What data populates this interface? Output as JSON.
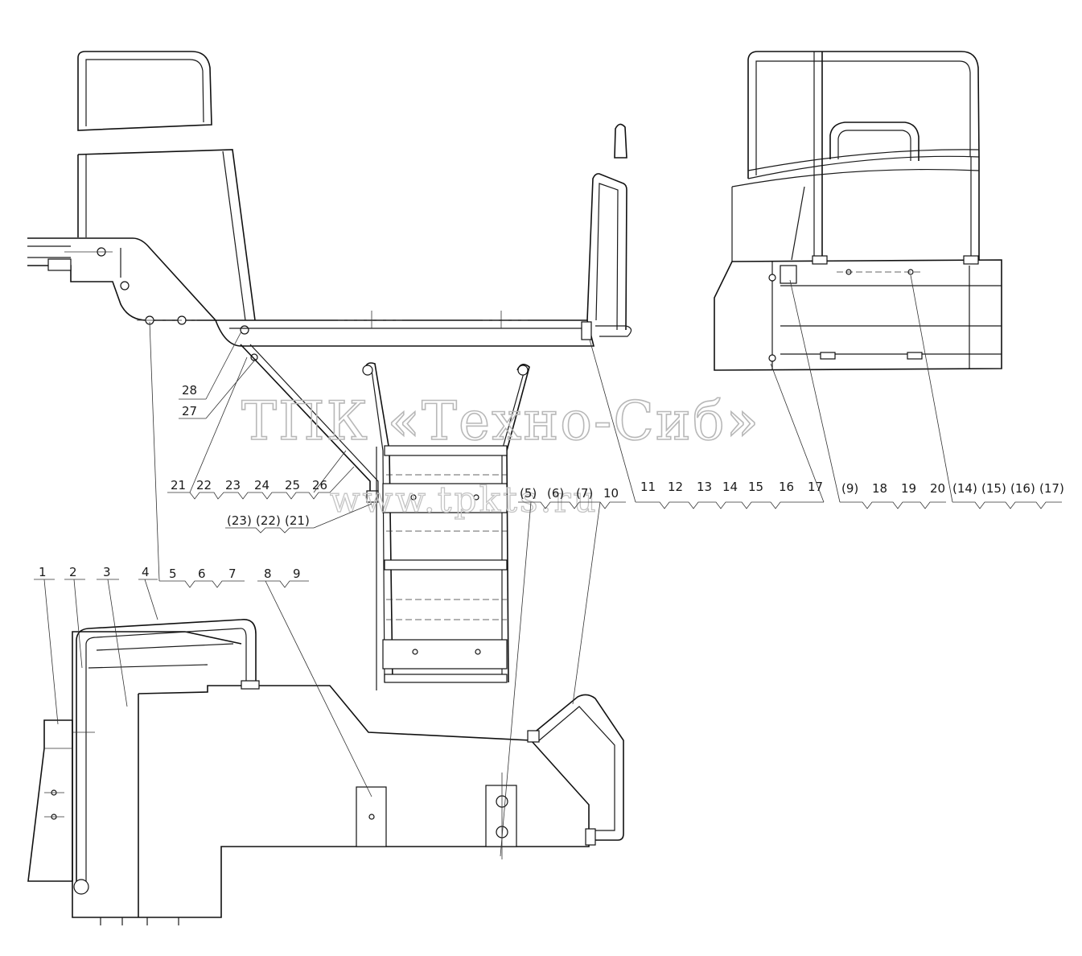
{
  "watermark": {
    "title": "ТПК «Техно-Сиб»",
    "url": "www.tpkts.ru"
  },
  "callouts": {
    "left_top": [
      "28",
      "27"
    ],
    "group_21_26": [
      "21",
      "22",
      "23",
      "24",
      "25",
      "26"
    ],
    "group_23_21_paren": [
      "(23)",
      "(22)",
      "(21)"
    ],
    "group_5_10": [
      "(5)",
      "(6)",
      "(7)",
      "10"
    ],
    "group_11_17": [
      "11",
      "12",
      "13",
      "14",
      "15",
      "16",
      "17"
    ],
    "group_9_20": [
      "(9)",
      "18",
      "19",
      "20"
    ],
    "group_14_17_paren": [
      "(14)",
      "(15)",
      "(16)",
      "(17)"
    ],
    "bottom_left": [
      "1",
      "2",
      "3",
      "4"
    ],
    "bottom_567": [
      "5",
      "6",
      "7"
    ],
    "bottom_89": [
      "8",
      "9"
    ]
  }
}
